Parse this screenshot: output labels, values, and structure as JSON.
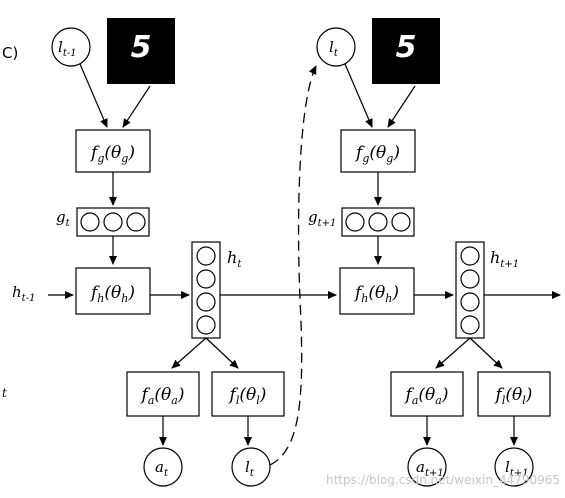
{
  "panel_label": "C)",
  "left_step": {
    "loc_prev": {
      "main": "l",
      "sub": "t-1"
    },
    "glimpse_net": {
      "f": "f",
      "f_sub": "g",
      "param": "θ",
      "param_sub": "g"
    },
    "glimpse_vec": {
      "main": "g",
      "sub": "t"
    },
    "hidden_prev": {
      "main": "h",
      "sub": "t-1"
    },
    "core_net": {
      "f": "f",
      "f_sub": "h",
      "param": "θ",
      "param_sub": "h"
    },
    "hidden_out": {
      "main": "h",
      "sub": "t"
    },
    "action_net": {
      "f": "f",
      "f_sub": "a",
      "param": "θ",
      "param_sub": "a"
    },
    "location_net": {
      "f": "f",
      "f_sub": "l",
      "param": "θ",
      "param_sub": "l"
    },
    "action_out": {
      "main": "a",
      "sub": "t"
    },
    "loc_out": {
      "main": "l",
      "sub": "t"
    }
  },
  "right_step": {
    "loc_in": {
      "main": "l",
      "sub": "t"
    },
    "glimpse_net": {
      "f": "f",
      "f_sub": "g",
      "param": "θ",
      "param_sub": "g"
    },
    "glimpse_vec": {
      "main": "g",
      "sub": "t+1"
    },
    "core_net": {
      "f": "f",
      "f_sub": "h",
      "param": "θ",
      "param_sub": "h"
    },
    "hidden_out": {
      "main": "h",
      "sub": "t+1"
    },
    "action_net": {
      "f": "f",
      "f_sub": "a",
      "param": "θ",
      "param_sub": "a"
    },
    "location_net": {
      "f": "f",
      "f_sub": "l",
      "param": "θ",
      "param_sub": "l"
    },
    "action_out": {
      "main": "a",
      "sub": "t+1"
    },
    "loc_out": {
      "main": "l",
      "sub": "t+1"
    }
  },
  "digit_glyph": "5",
  "side_mark": "t",
  "watermark": "https://blog.csdn.net/weixin_44790965"
}
